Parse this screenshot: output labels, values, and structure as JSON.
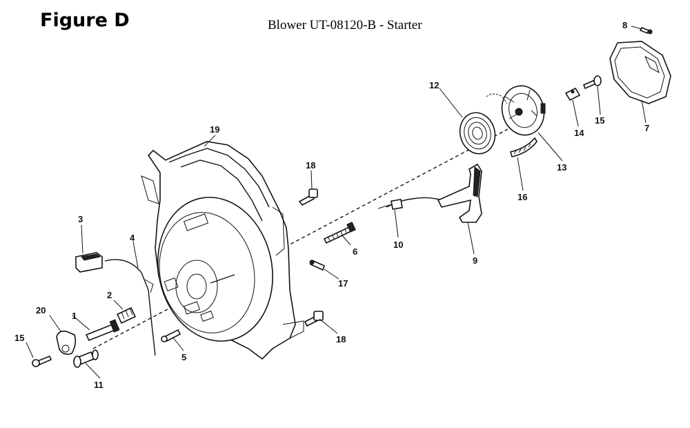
{
  "header": {
    "figure_label": "Figure D",
    "title": "Blower UT-08120-B - Starter"
  },
  "callouts": {
    "p1": "1",
    "p2": "2",
    "p3": "3",
    "p4": "4",
    "p5": "5",
    "p6": "6",
    "p7": "7",
    "p8": "8",
    "p9": "9",
    "p10": "10",
    "p11": "11",
    "p12": "12",
    "p13": "13",
    "p14": "14",
    "p15a": "15",
    "p15b": "15",
    "p16": "16",
    "p17": "17",
    "p18a": "18",
    "p18b": "18",
    "p19": "19",
    "p20": "20"
  }
}
